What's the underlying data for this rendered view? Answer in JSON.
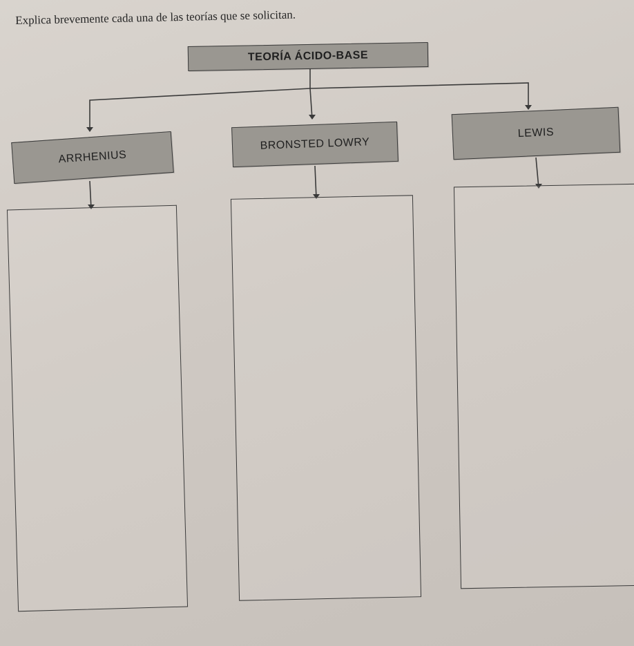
{
  "instruction": "Explica brevemente cada una de las teorías que se solicitan.",
  "root": {
    "label": "TEORÍA ÁCIDO-BASE"
  },
  "theories": [
    {
      "label": "ARRHENIUS"
    },
    {
      "label": "BRONSTED LOWRY"
    },
    {
      "label": "LEWIS"
    }
  ],
  "colors": {
    "paper": "#d2ccc6",
    "concept_box": "#9a9791",
    "ink": "#2b2b2b"
  }
}
